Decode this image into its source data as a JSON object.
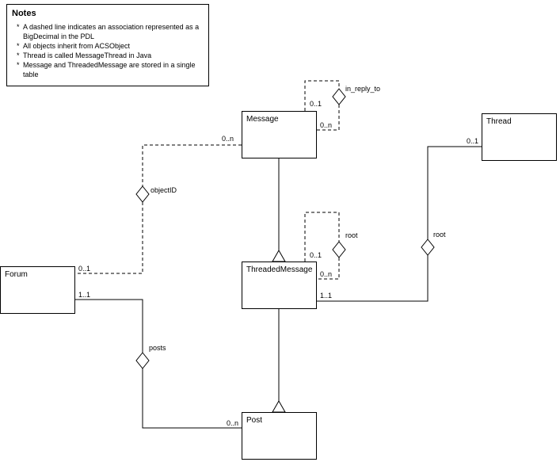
{
  "notes": {
    "title": "Notes",
    "bullet": "*",
    "items": [
      "A dashed line indicates an association represented as a BigDecimal in the PDL",
      "All objects inherit from ACSObject",
      "Thread is called MessageThread in Java",
      "Message and ThreadedMessage are stored in a single table"
    ]
  },
  "classes": {
    "message": {
      "label": "Message"
    },
    "thread": {
      "label": "Thread"
    },
    "forum": {
      "label": "Forum"
    },
    "threaded_message": {
      "label": "ThreadedMessage"
    },
    "post": {
      "label": "Post"
    }
  },
  "associations": {
    "in_reply_to": {
      "name": "in_reply_to",
      "near_mult": "0..1",
      "far_mult": "0..n"
    },
    "object_id": {
      "name": "objectID",
      "message_mult": "0..n",
      "forum_mult": "0..1"
    },
    "root_self": {
      "name": "root",
      "near_mult": "0..1",
      "far_mult": "0..n"
    },
    "thread_root": {
      "name": "root",
      "thread_mult": "0..1",
      "threaded_message_mult": "1..1"
    },
    "posts": {
      "name": "posts",
      "forum_mult": "1..1",
      "post_mult": "0..n"
    }
  },
  "colors": {
    "line": "#000000",
    "background": "#ffffff"
  }
}
